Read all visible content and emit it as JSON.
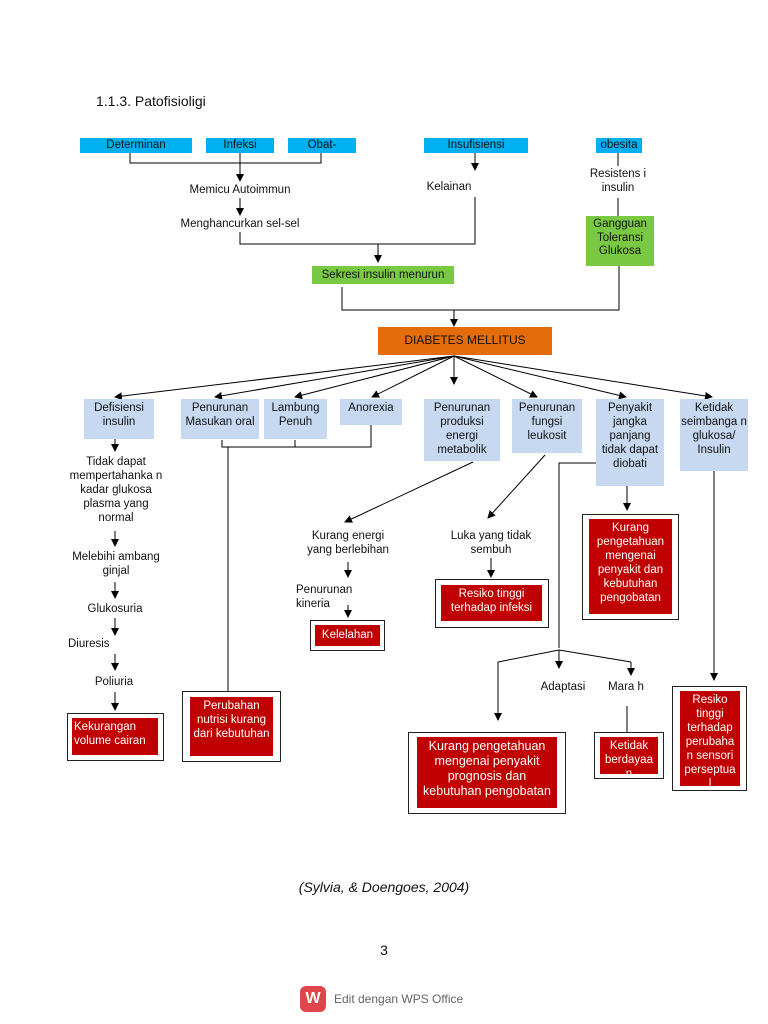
{
  "heading": "1.1.3. Patofisioligi",
  "nodes": {
    "determinan": "Determinan",
    "infeksi": "Infeksi",
    "obat": "Obat-",
    "insufisiensi": "Insufisiensi",
    "obesita": "obesita",
    "memicu": "Memicu Autoimmun",
    "kelainan": "Kelainan",
    "resistensi": "Resistens i insulin",
    "menghancurkan": "Menghancurkan sel-sel",
    "gangguan": "Gangguan Toleransi Glukosa",
    "sekresi": "Sekresi insulin menurun",
    "diabetes": "DIABETES MELLITUS",
    "defisiensi": "Defisiensi insulin",
    "penurunan_masukan": "Penurunan Masukan oral",
    "lambung": "Lambung Penuh",
    "anorexia": "Anorexia",
    "penurunan_energi": "Penurunan produksi energi metabolik",
    "penurunan_leukosit": "Penurunan fungsi leukosit",
    "penyakit": "Penyakit jangka panjang tidak dapat diobati",
    "ketidak": "Ketidak seimbanga n glukosa/ Insulin",
    "tidak_dapat": "Tidak dapat mempertahanka n kadar glukosa plasma yang normal",
    "melebihi": "Melebihi ambang ginjal",
    "glukosuria": "Glukosuria",
    "diuresis": "Diuresis",
    "poliuria": "Poliuria",
    "kurang_energi": "Kurang energi yang berlebihan",
    "penurunan_kinerja": "Penurunan kineria",
    "luka": "Luka yang tidak sembuh",
    "adaptasi": "Adaptasi",
    "marah": "Mara h"
  },
  "diagnoses": {
    "kekurangan": "Kekurangan volume cairan",
    "perubahan": "Perubahan nutrisi kurang dari kebutuhan",
    "kelelahan": "Kelelahan",
    "resiko_infeksi": "Resiko tinggi terhadap infeksi",
    "kurang_pengetahuan_1": "Kurang pengetahuan mengenai penyakit dan kebutuhan pengobatan",
    "kurang_pengetahuan_2": "Kurang pengetahuan mengenai penyakit prognosis dan kebutuhan pengobatan",
    "ketidakberdayaan": "Ketidak berdayaa n",
    "resiko_sensori": "Resiko tinggi terhadap perubaha n sensori perseptua l"
  },
  "citation": "(Sylvia, & Doengoes, 2004)",
  "page_number": "3",
  "footer": {
    "label": "Edit dengan WPS Office",
    "logo": "W"
  },
  "colors": {
    "cyan": "#00b0f0",
    "light_blue": "#c6d9f1",
    "green": "#7ac943",
    "orange": "#e46c0a",
    "red": "#c00000"
  }
}
